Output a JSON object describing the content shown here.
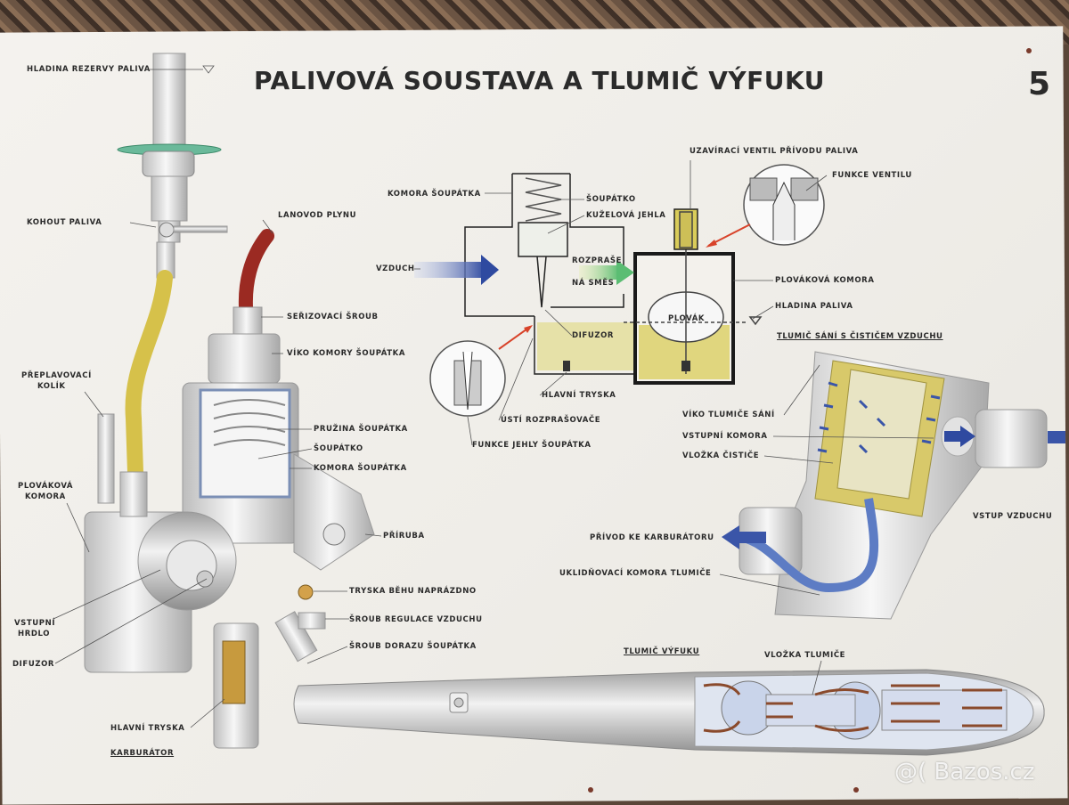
{
  "title": "PALIVOVÁ SOUSTAVA A TLUMIČ VÝFUKU",
  "sheet_number": "5",
  "watermark": "@( Bazos.cz",
  "labels": {
    "hladina_rezervy": "HLADINA REZERVY PALIVA",
    "kohout_paliva": "KOHOUT PALIVA",
    "lanovod_plynu": "LANOVOD PLYNU",
    "serizovaci_sroub": "SEŘIZOVACÍ ŠROUB",
    "viko_komory": "VÍKO KOMORY ŠOUPÁTKA",
    "preplavovaci_1": "PŘEPLAVOVACÍ",
    "preplavovaci_2": "KOLÍK",
    "pruzina": "PRUŽINA ŠOUPÁTKA",
    "soupatko": "ŠOUPÁTKO",
    "komora_soupatka": "KOMORA ŠOUPÁTKA",
    "plovakova_1": "PLOVÁKOVÁ",
    "plovakova_2": "KOMORA",
    "priruba": "PŘÍRUBA",
    "tryska_behu": "TRYSKA BĚHU NAPRÁZDNO",
    "vstupni_1": "VSTUPNÍ",
    "vstupni_2": "HRDLO",
    "sroub_regulace": "ŠROUB REGULACE VZDUCHU",
    "difuzor": "DIFUZOR",
    "sroub_dorazu": "ŠROUB DORAZU ŠOUPÁTKA",
    "hlavni_tryska": "HLAVNÍ TRYSKA",
    "karburator": "KARBURÁTOR",
    "d_komora_soupatka": "KOMORA ŠOUPÁTKA",
    "d_soupatko": "ŠOUPÁTKO",
    "d_kuzelova_jehla": "KUŽELOVÁ JEHLA",
    "d_vzduch": "VZDUCH",
    "d_rozprasena_1": "ROZPRAŠE",
    "d_rozprasena_2": "NÁ SMĚS",
    "d_difuzor": "DIFUZOR",
    "d_hlavni_tryska": "HLAVNÍ TRYSKA",
    "d_usti": "ÚSTÍ ROZPRAŠOVAČE",
    "d_funkce_jehly": "FUNKCE JEHLY ŠOUPÁTKA",
    "d_uzaviraci": "UZAVÍRACÍ VENTIL PŘÍVODU PALIVA",
    "d_funkce_ventilu": "FUNKCE VENTILU",
    "d_plovakova_komora": "PLOVÁKOVÁ KOMORA",
    "d_hladina_paliva": "HLADINA PALIVA",
    "d_plovak": "PLOVÁK",
    "tlumic_sani": "TLUMIČ SÁNÍ S ČISTIČEM VZDUCHU",
    "viko_tlumice": "VÍKO TLUMIČE SÁNÍ",
    "vstupni_komora": "VSTUPNÍ KOMORA",
    "vlozka_cistice": "VLOŽKA ČISTIČE",
    "vstup_vzduchu": "VSTUP VZDUCHU",
    "privod_ke_karburatoru": "PŘÍVOD KE KARBURÁTORU",
    "uklidnovaci": "UKLIDŇOVACÍ KOMORA TLUMIČE",
    "tlumic_vyfuku": "TLUMIČ VÝFUKU",
    "vlozka_tlumice": "VLOŽKA TLUMIČE"
  },
  "colors": {
    "fuel": "#d9cc5a",
    "air_arrow": "#3a55a8",
    "mix_arrow": "#6fc27a",
    "hose_red": "#9b2a22",
    "hose_yellow": "#d6c14a",
    "filter": "#d8c96a",
    "pointer_red": "#d8432a"
  },
  "icons": [
    "air-flow-arrow-icon",
    "mixture-flow-arrow-icon",
    "intake-arrow-icon",
    "outlet-arrow-icon",
    "exhaust-flow-arrow-icon"
  ]
}
